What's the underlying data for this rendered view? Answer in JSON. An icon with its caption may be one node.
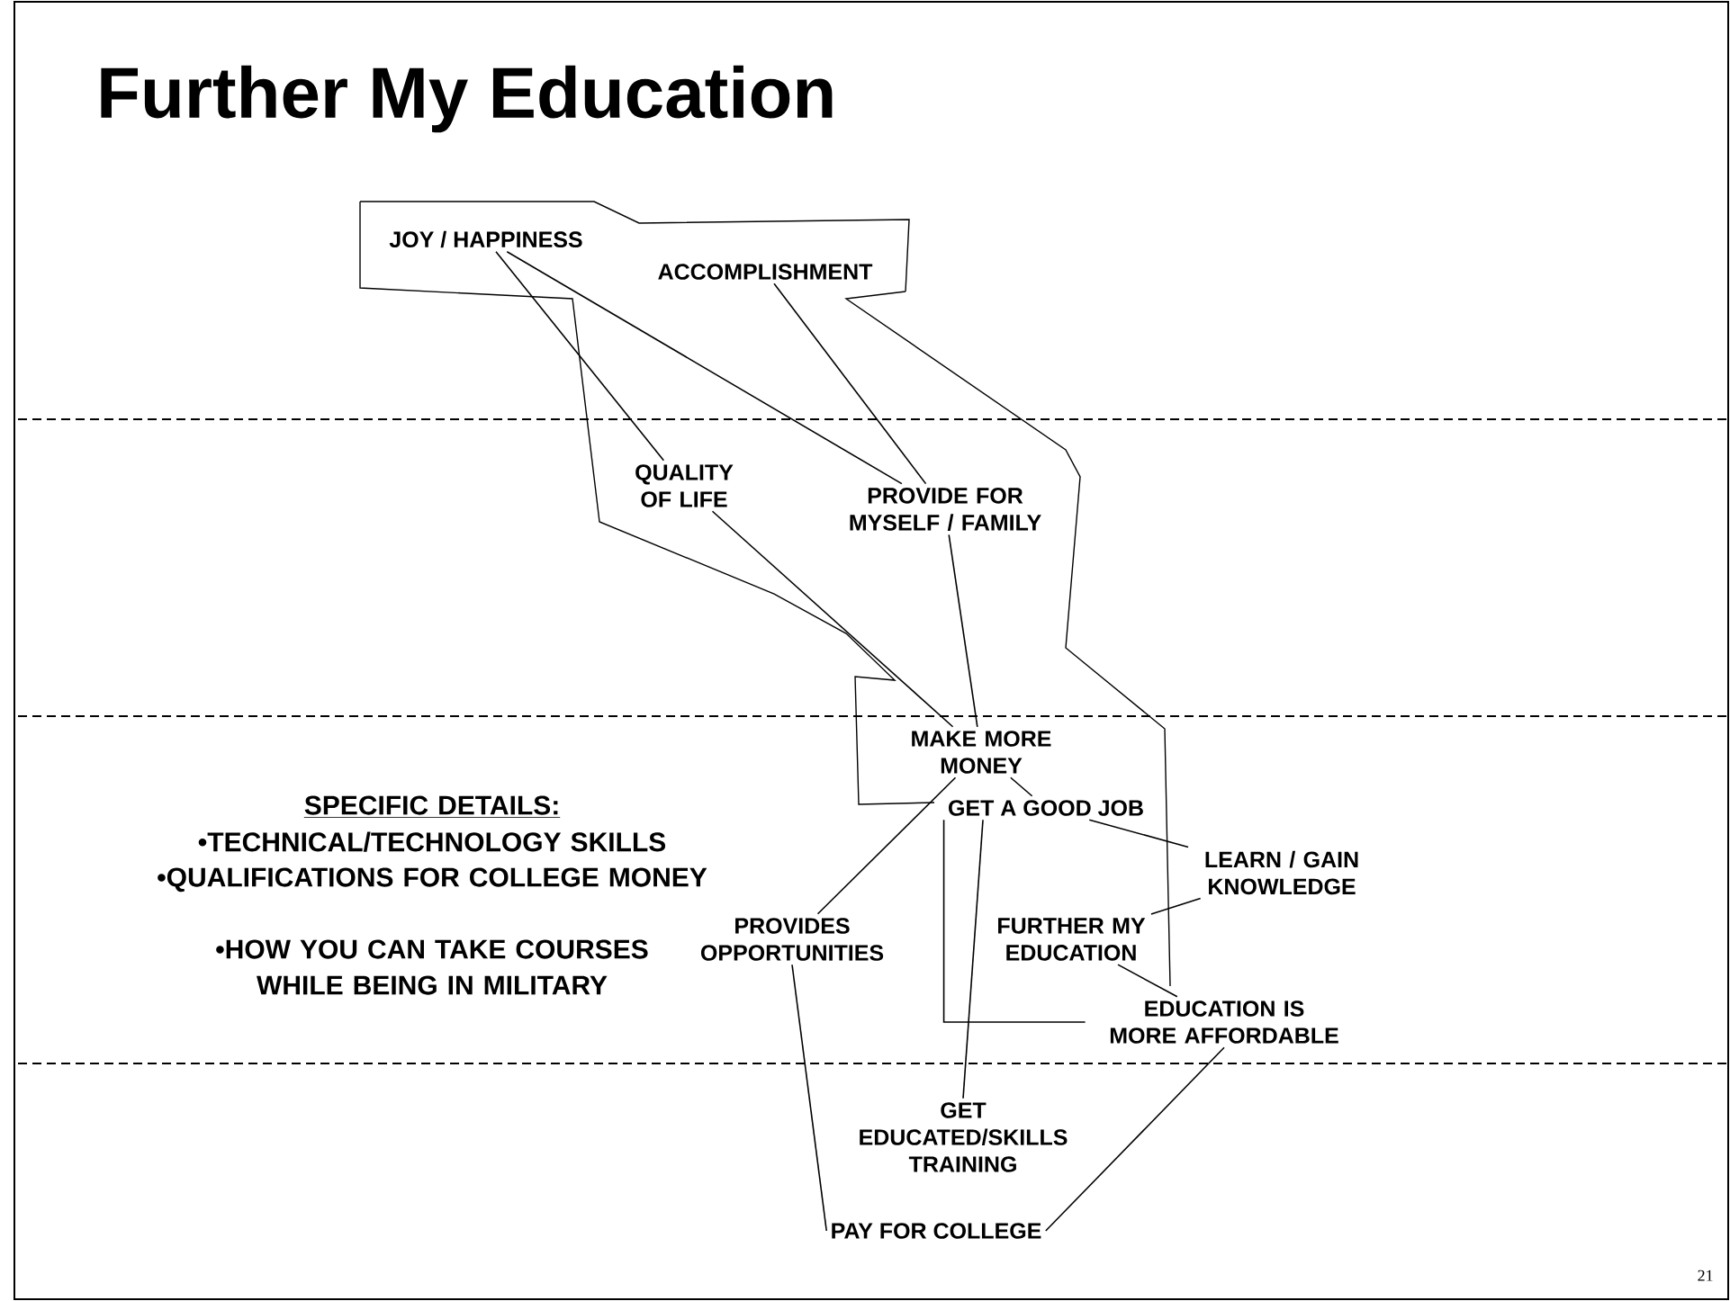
{
  "diagram": {
    "title": "Further My Education",
    "nodes": [
      {
        "text": [
          "JOY / HAPPINESS"
        ]
      },
      {
        "text": [
          "ACCOMPLISHMENT"
        ]
      },
      {
        "text": [
          "QUALITY OF LIFE"
        ]
      },
      {
        "text": [
          "PROVIDE FOR MYSELF / FAMILY"
        ]
      },
      {
        "text": [
          "MAKE MORE MONEY"
        ]
      },
      {
        "text": [
          "GET A GOOD JOB"
        ]
      },
      {
        "text": [
          "LEARN / GAIN KNOWLEDGE"
        ]
      },
      {
        "text": [
          "FURTHER MY EDUCATION"
        ]
      },
      {
        "text": [
          "PROVIDES OPPORTUNITIES"
        ]
      },
      {
        "text": [
          "EDUCATION IS MORE AFFORDABLE"
        ]
      },
      {
        "text": [
          "GET EDUCATED/SKILLS TRAINING"
        ]
      },
      {
        "text": [
          "PAY FOR COLLEGE"
        ]
      }
    ],
    "edges": [
      {
        "from": 0,
        "to": 2,
        "arrow": "none"
      },
      {
        "from": 0,
        "to": 3,
        "arrow": "none"
      },
      {
        "from": 1,
        "to": 3,
        "arrow": "none"
      },
      {
        "from": 2,
        "to": 4,
        "arrow": "none"
      },
      {
        "from": 3,
        "to": 4,
        "arrow": "none"
      },
      {
        "from": 4,
        "to": 5,
        "arrow": "none"
      },
      {
        "from": 4,
        "to": 8,
        "arrow": "none"
      },
      {
        "from": 5,
        "to": 6,
        "arrow": "none"
      },
      {
        "from": 6,
        "to": 7,
        "arrow": "none"
      },
      {
        "from": 7,
        "to": 9,
        "arrow": "none"
      },
      {
        "from": 5,
        "to": 10,
        "arrow": "none"
      },
      {
        "from": 5,
        "to": 9,
        "arrow": "none"
      },
      {
        "from": 8,
        "to": 11,
        "arrow": "none"
      },
      {
        "from": 9,
        "to": 11,
        "arrow": "none"
      }
    ],
    "labels": [
      "SPECIFIC DETAILS:",
      "•TECHNICAL/TECHNOLOGY SKILLS",
      "•QUALIFICATIONS FOR COLLEGE MONEY",
      "•HOW YOU CAN TAKE COURSES WHILE BEING IN MILITARY",
      "21"
    ]
  }
}
